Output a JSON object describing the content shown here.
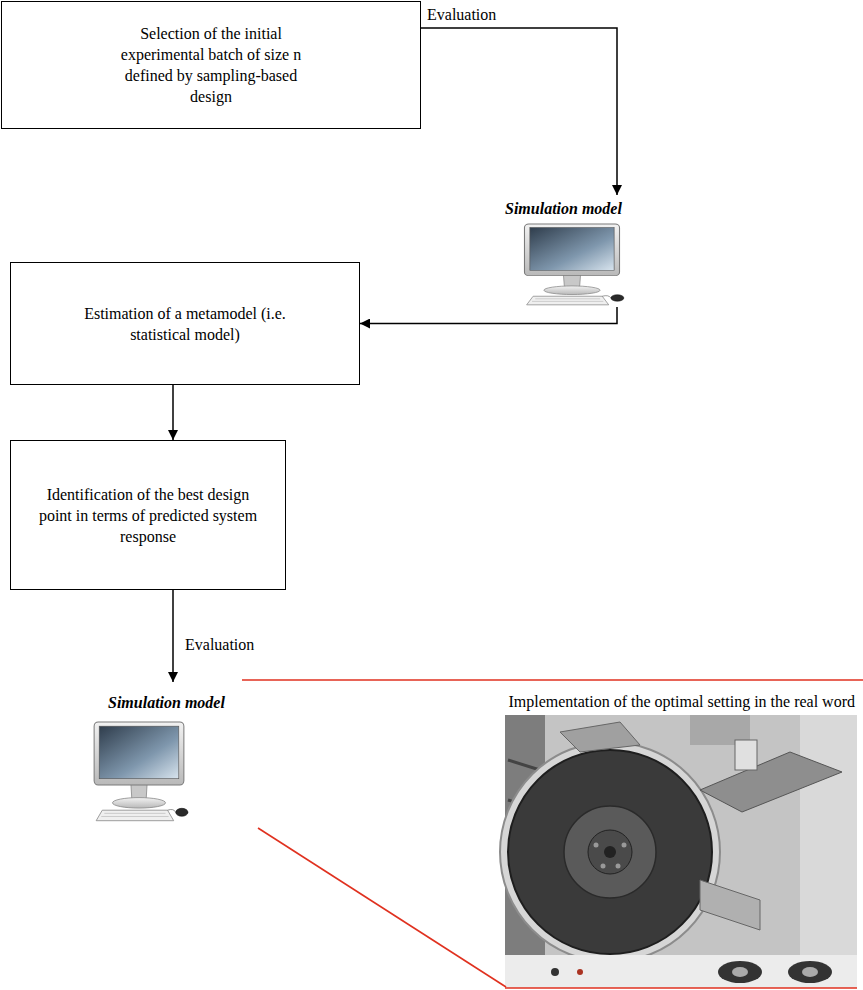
{
  "diagram": {
    "nodes": [
      {
        "text": [
          "Selection of the initial experimental batch of size n defined by sampling-based design"
        ]
      },
      {
        "text": [
          "Simulation model"
        ]
      },
      {
        "text": [
          "Estimation of a metamodel (i.e. statistical model)"
        ]
      },
      {
        "text": [
          "Identification of the best design point in terms of predicted system response"
        ]
      },
      {
        "text": [
          "Simulation model"
        ]
      }
    ],
    "edges": [
      {
        "from": 0,
        "to": 1,
        "label": "Evaluation",
        "arrow": "to"
      },
      {
        "from": 1,
        "to": 2,
        "arrow": "to"
      },
      {
        "from": 2,
        "to": 3,
        "arrow": "to"
      },
      {
        "from": 3,
        "to": 4,
        "label": "Evaluation",
        "arrow": "to"
      }
    ],
    "labels": [
      "Implementation of the optimal setting in the real word"
    ]
  }
}
